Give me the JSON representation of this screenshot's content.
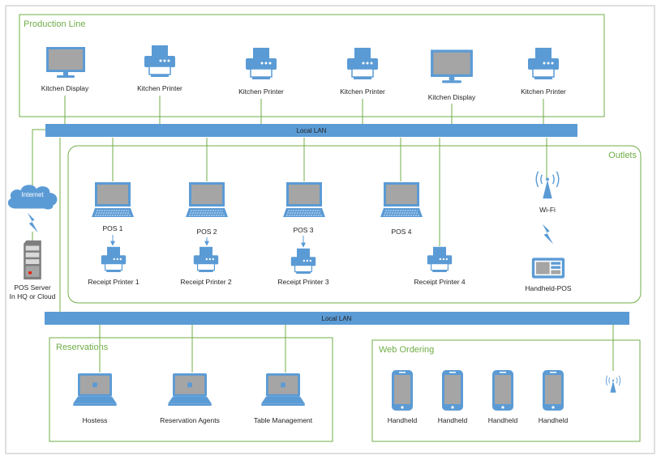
{
  "groups": {
    "production_line": "Production Line",
    "outlets": "Outlets",
    "reservations": "Reservations",
    "web_ordering": "Web Ordering"
  },
  "lan": {
    "top": "Local LAN",
    "bottom": "Local LAN"
  },
  "production": [
    {
      "label": "Kitchen Display",
      "icon": "monitor-icon"
    },
    {
      "label": "Kitchen Printer",
      "icon": "printer-icon"
    },
    {
      "label": "Kitchen Printer",
      "icon": "printer-icon"
    },
    {
      "label": "Kitchen Printer",
      "icon": "printer-icon"
    },
    {
      "label": "Kitchen Display",
      "icon": "monitor-icon"
    },
    {
      "label": "Kitchen Printer",
      "icon": "printer-icon"
    }
  ],
  "pos": [
    {
      "label": "POS 1",
      "icon": "laptop-icon"
    },
    {
      "label": "POS 2",
      "icon": "laptop-icon"
    },
    {
      "label": "POS 3",
      "icon": "laptop-icon"
    },
    {
      "label": "POS 4",
      "icon": "laptop-icon"
    }
  ],
  "receipt_printers": [
    {
      "label": "Receipt Printer 1",
      "icon": "printer-icon"
    },
    {
      "label": "Receipt Printer 2",
      "icon": "printer-icon"
    },
    {
      "label": "Receipt Printer 3",
      "icon": "printer-icon"
    },
    {
      "label": "Receipt Printer 4",
      "icon": "printer-icon"
    }
  ],
  "wifi": {
    "label": "Wi-Fi",
    "icon": "wifi-antenna-icon"
  },
  "handheld_pos": {
    "label": "Handheld-POS",
    "icon": "tablet-icon"
  },
  "internet": {
    "label": "Internet",
    "icon": "cloud-icon"
  },
  "pos_server": {
    "line1": "POS Server",
    "line2": "In HQ or Cloud",
    "icon": "server-icon"
  },
  "reservations": [
    {
      "label": "Hostess",
      "icon": "laptop-icon"
    },
    {
      "label": "Reservation Agents",
      "icon": "laptop-icon"
    },
    {
      "label": "Table Management",
      "icon": "laptop-icon"
    }
  ],
  "web_ordering": [
    {
      "label": "Handheld",
      "icon": "phone-icon"
    },
    {
      "label": "Handheld",
      "icon": "phone-icon"
    },
    {
      "label": "Handheld",
      "icon": "phone-icon"
    },
    {
      "label": "Handheld",
      "icon": "phone-icon"
    }
  ],
  "colors": {
    "accent_blue": "#5b9bd5",
    "icon_screen": "#a5a5a5",
    "group_border": "#70ad47",
    "connector": "#70ad47",
    "frame": "#bfbfbf"
  }
}
